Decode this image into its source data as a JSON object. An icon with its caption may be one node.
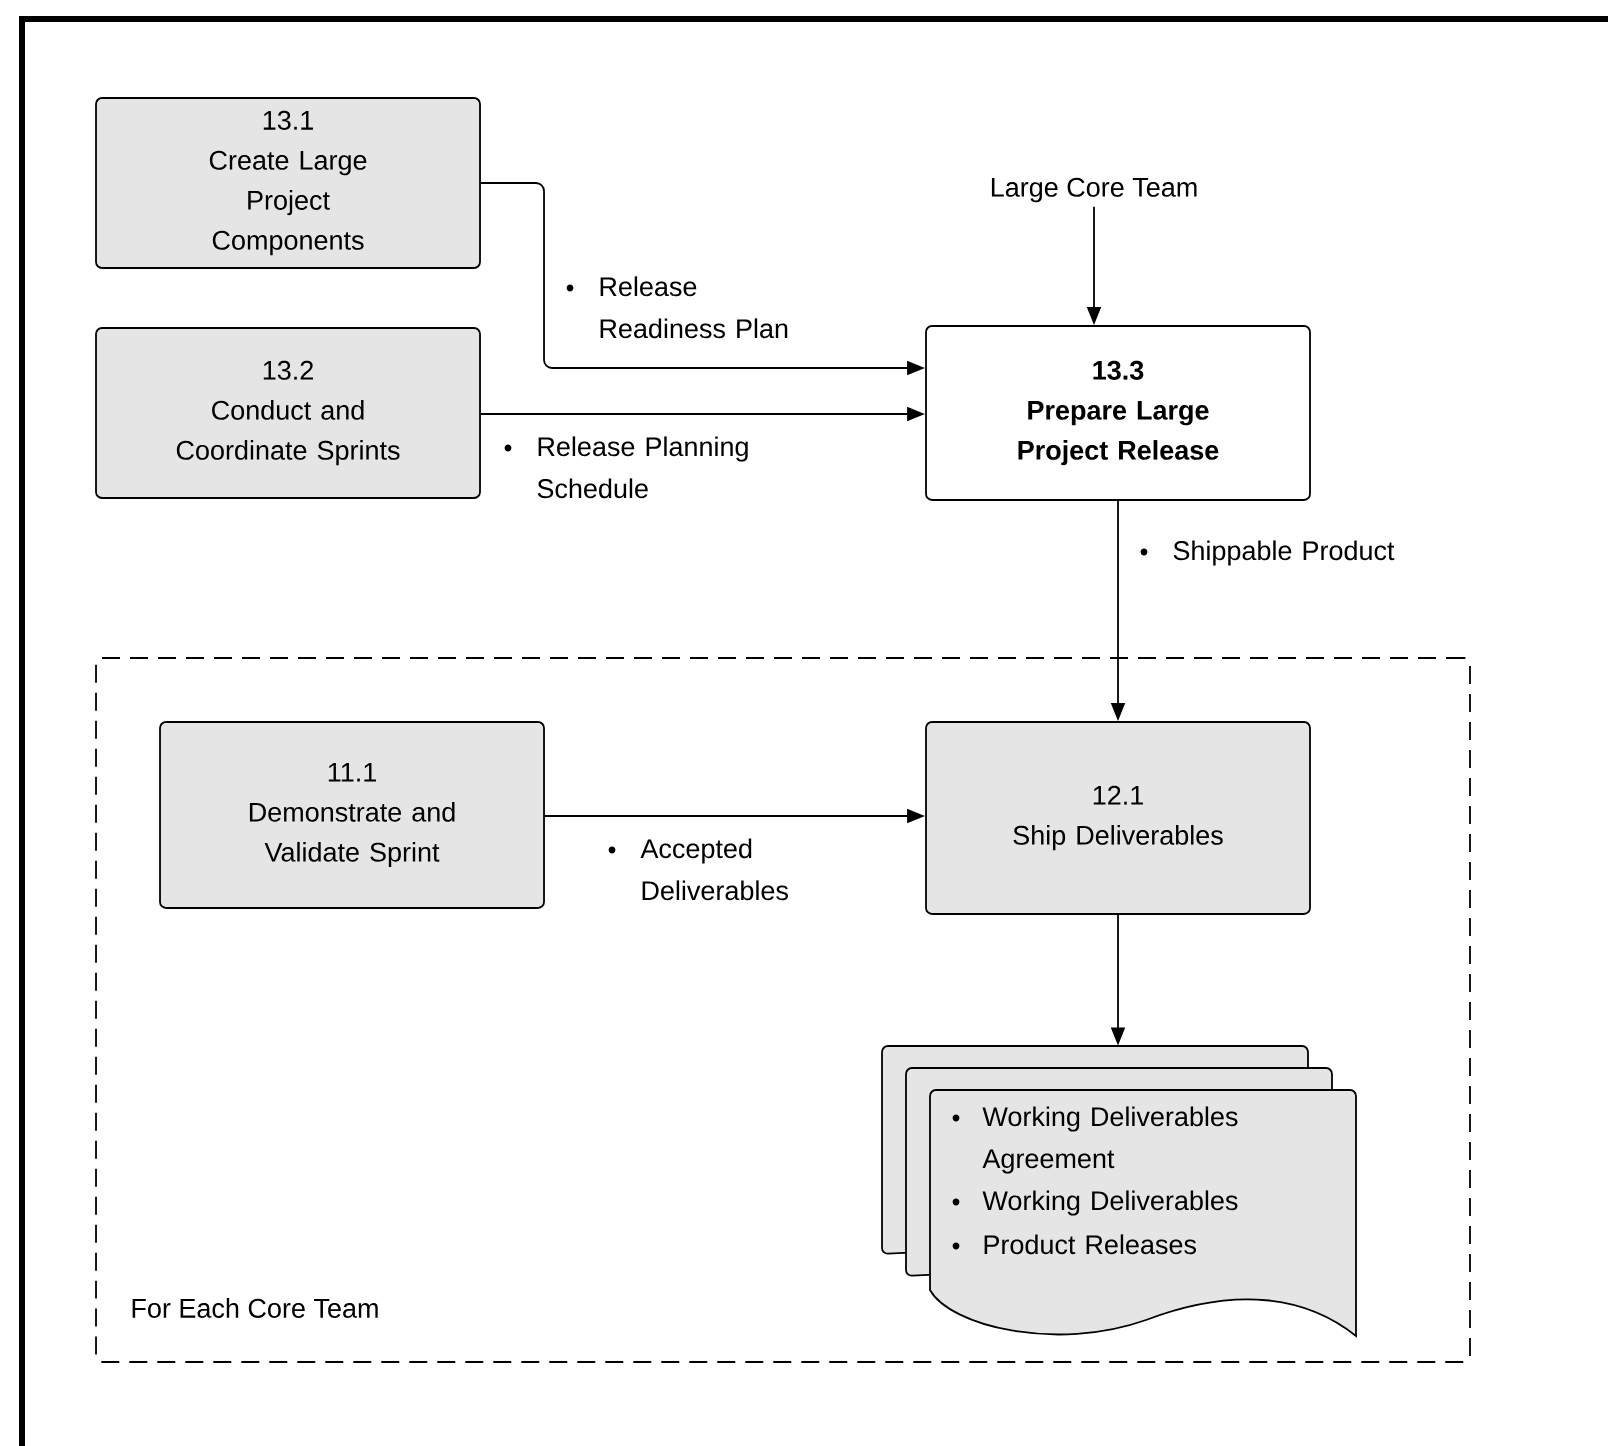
{
  "diagram": {
    "nodes": [
      {
        "text": [
          "13.1",
          "Create Large Project Components"
        ]
      },
      {
        "text": [
          "13.2",
          "Conduct and Coordinate Sprints"
        ]
      },
      {
        "text": [
          "Large Core Team"
        ]
      },
      {
        "text": [
          "13.3",
          "Prepare Large Project Release"
        ]
      },
      {
        "text": [
          "For Each Core Team"
        ]
      },
      {
        "text": [
          "11.1",
          "Demonstrate and Validate Sprint"
        ],
        "in": 4
      },
      {
        "text": [
          "12.1",
          "Ship Deliverables"
        ],
        "in": 4
      },
      {
        "text": [
          "Working Deliverables Agreement",
          "Working Deliverables",
          "Product Releases"
        ],
        "in": 4
      }
    ],
    "edges": [
      {
        "from": 0,
        "to": 3,
        "arrow": "to",
        "label": "Release Readiness Plan"
      },
      {
        "from": 1,
        "to": 3,
        "arrow": "to",
        "label": "Release Planning Schedule"
      },
      {
        "from": 2,
        "to": 3,
        "arrow": "to"
      },
      {
        "from": 3,
        "to": 6,
        "arrow": "to",
        "label": "Shippable Product"
      },
      {
        "from": 5,
        "to": 6,
        "arrow": "to",
        "label": "Accepted Deliverables"
      },
      {
        "from": 6,
        "to": 7,
        "arrow": "to"
      }
    ]
  }
}
